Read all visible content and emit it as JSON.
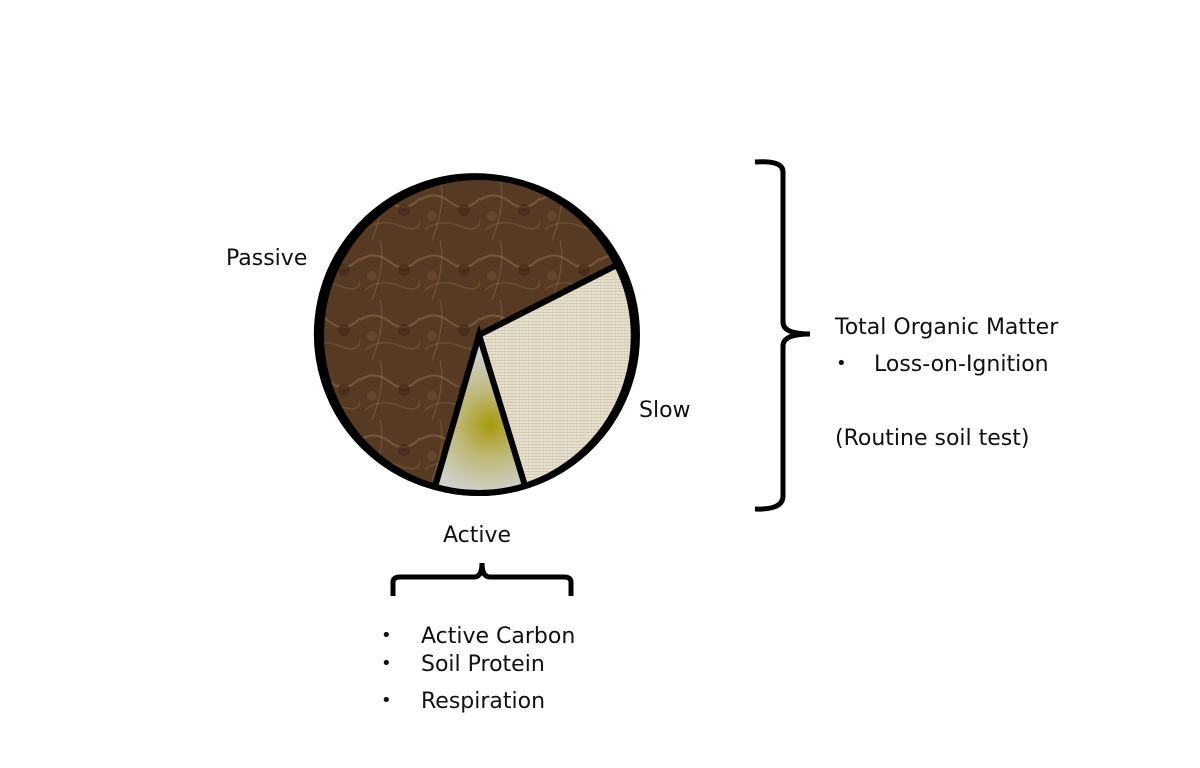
{
  "diagram": {
    "pie": {
      "segments": [
        {
          "label": "Passive",
          "fraction": 0.63,
          "fill": "#5a3a22",
          "texture": "brown-marble"
        },
        {
          "label": "Slow",
          "fraction": 0.28,
          "fill": "#e6dfcc",
          "texture": "linen"
        },
        {
          "label": "Active",
          "fraction": 0.09,
          "fill": "#c9c8b4",
          "texture": "olive-radial-gradient"
        }
      ],
      "outline_color": "#000000"
    },
    "labels": {
      "passive": "Passive",
      "slow": "Slow",
      "active": "Active"
    },
    "total_bracket": {
      "title": "Total Organic Matter",
      "bullets": [
        "Loss-on-Ignition"
      ],
      "note": "(Routine soil test)"
    },
    "active_bracket": {
      "bullets": [
        "Active Carbon",
        "Soil Protein",
        "Respiration"
      ]
    },
    "bullet_glyph": "•"
  },
  "chart_data": {
    "type": "pie",
    "title": "",
    "categories": [
      "Passive",
      "Slow",
      "Active"
    ],
    "values": [
      63,
      28,
      9
    ],
    "annotations": [
      {
        "target": [
          "Passive",
          "Slow",
          "Active"
        ],
        "text": "Total Organic Matter",
        "bullets": [
          "Loss-on-Ignition"
        ],
        "note": "(Routine soil test)"
      },
      {
        "target": [
          "Active"
        ],
        "bullets": [
          "Active Carbon",
          "Soil Protein",
          "Respiration"
        ]
      }
    ],
    "legend": "none (direct labels)"
  }
}
